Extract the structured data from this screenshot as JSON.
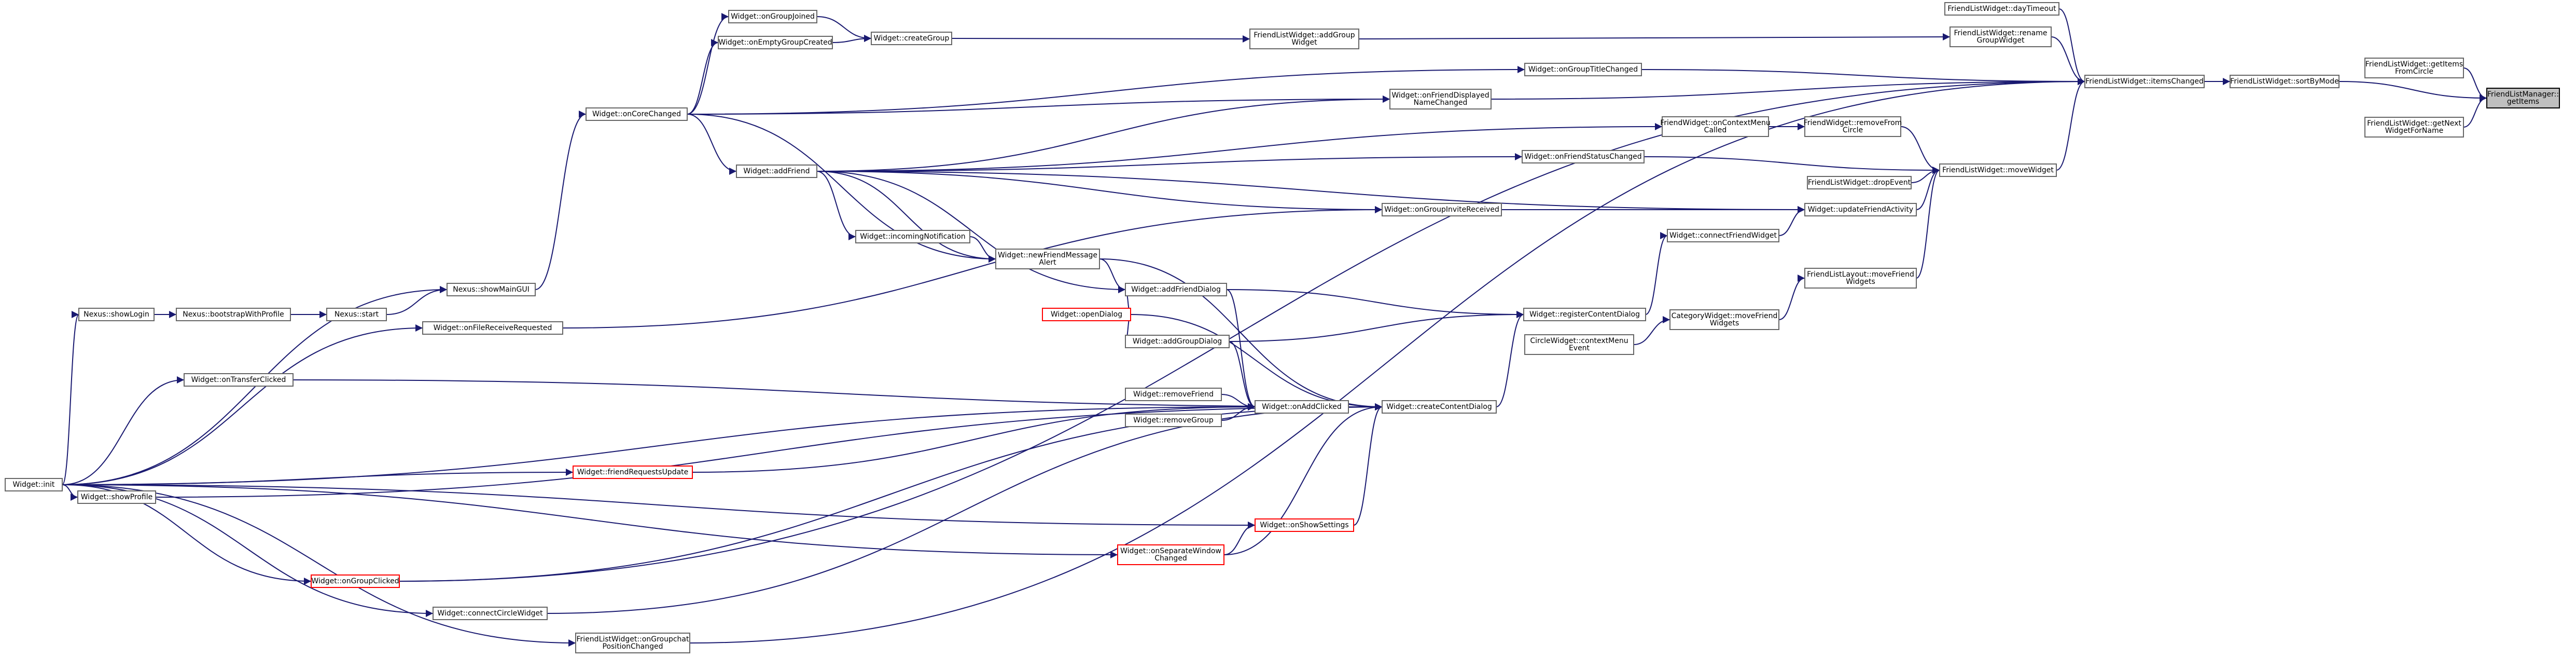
{
  "colors": {
    "edge": "#191970",
    "node_border": "#666666",
    "node_fill": "#ffffff",
    "root_fill": "#bfbfbf",
    "root_border": "#000000",
    "truncated_border": "#ff0000"
  },
  "nodes": [
    {
      "id": "flm_getItems",
      "lines": [
        "FriendListManager::",
        "getItems"
      ],
      "style": "root"
    },
    {
      "id": "flw_getItemsFromCircle",
      "lines": [
        "FriendListWidget::getItems",
        "FromCircle"
      ]
    },
    {
      "id": "flw_getNextWidgetForName",
      "lines": [
        "FriendListWidget::getNext",
        "WidgetForName"
      ]
    },
    {
      "id": "flw_sortByMode",
      "lines": [
        "FriendListWidget::sortByMode"
      ]
    },
    {
      "id": "flw_itemsChanged",
      "lines": [
        "FriendListWidget::itemsChanged"
      ]
    },
    {
      "id": "flw_dayTimeout",
      "lines": [
        "FriendListWidget::dayTimeout"
      ]
    },
    {
      "id": "flw_renameGroupWidget",
      "lines": [
        "FriendListWidget::rename",
        "GroupWidget"
      ]
    },
    {
      "id": "flw_addGroupWidget",
      "lines": [
        "FriendListWidget::addGroup",
        "Widget"
      ]
    },
    {
      "id": "w_onGroupJoined",
      "lines": [
        "Widget::onGroupJoined"
      ]
    },
    {
      "id": "w_onEmptyGroupCreated",
      "lines": [
        "Widget::onEmptyGroupCreated"
      ]
    },
    {
      "id": "w_createGroup",
      "lines": [
        "Widget::createGroup"
      ]
    },
    {
      "id": "w_onCoreChanged",
      "lines": [
        "Widget::onCoreChanged"
      ]
    },
    {
      "id": "w_onGroupTitleChanged",
      "lines": [
        "Widget::onGroupTitleChanged"
      ]
    },
    {
      "id": "w_onFriendDisplayedNameChanged",
      "lines": [
        "Widget::onFriendDisplayed",
        "NameChanged"
      ]
    },
    {
      "id": "fw_onContextMenuCalled",
      "lines": [
        "FriendWidget::onContextMenu",
        "Called"
      ]
    },
    {
      "id": "fw_removeFromCircle",
      "lines": [
        "FriendWidget::removeFrom",
        "Circle"
      ]
    },
    {
      "id": "w_onFriendStatusChanged",
      "lines": [
        "Widget::onFriendStatusChanged"
      ]
    },
    {
      "id": "flw_moveWidget",
      "lines": [
        "FriendListWidget::moveWidget"
      ]
    },
    {
      "id": "flw_dropEvent",
      "lines": [
        "FriendListWidget::dropEvent"
      ]
    },
    {
      "id": "w_addFriend",
      "lines": [
        "Widget::addFriend"
      ]
    },
    {
      "id": "w_onGroupInviteReceived",
      "lines": [
        "Widget::onGroupInviteReceived"
      ]
    },
    {
      "id": "w_updateFriendActivity",
      "lines": [
        "Widget::updateFriendActivity"
      ]
    },
    {
      "id": "w_connectFriendWidget",
      "lines": [
        "Widget::connectFriendWidget"
      ]
    },
    {
      "id": "w_incomingNotification",
      "lines": [
        "Widget::incomingNotification"
      ]
    },
    {
      "id": "w_newFriendMessageAlert",
      "lines": [
        "Widget::newFriendMessage",
        "Alert"
      ]
    },
    {
      "id": "fll_moveFriendWidgets",
      "lines": [
        "FriendListLayout::moveFriend",
        "Widgets"
      ]
    },
    {
      "id": "w_addFriendDialog",
      "lines": [
        "Widget::addFriendDialog"
      ]
    },
    {
      "id": "nx_showMainGUI",
      "lines": [
        "Nexus::showMainGUI"
      ]
    },
    {
      "id": "nx_showLogin",
      "lines": [
        "Nexus::showLogin"
      ]
    },
    {
      "id": "nx_bootstrapWithProfile",
      "lines": [
        "Nexus::bootstrapWithProfile"
      ]
    },
    {
      "id": "nx_start",
      "lines": [
        "Nexus::start"
      ]
    },
    {
      "id": "w_openDialog",
      "lines": [
        "Widget::openDialog"
      ],
      "style": "truncated"
    },
    {
      "id": "w_registerContentDialog",
      "lines": [
        "Widget::registerContentDialog"
      ]
    },
    {
      "id": "cw_moveFriendWidgets",
      "lines": [
        "CategoryWidget::moveFriend",
        "Widgets"
      ]
    },
    {
      "id": "w_onFileReceiveRequested",
      "lines": [
        "Widget::onFileReceiveRequested"
      ]
    },
    {
      "id": "w_addGroupDialog",
      "lines": [
        "Widget::addGroupDialog"
      ]
    },
    {
      "id": "ciw_contextMenuEvent",
      "lines": [
        "CircleWidget::contextMenu",
        "Event"
      ]
    },
    {
      "id": "w_onTransferClicked",
      "lines": [
        "Widget::onTransferClicked"
      ]
    },
    {
      "id": "w_removeFriend",
      "lines": [
        "Widget::removeFriend"
      ]
    },
    {
      "id": "w_onAddClicked",
      "lines": [
        "Widget::onAddClicked"
      ]
    },
    {
      "id": "w_createContentDialog",
      "lines": [
        "Widget::createContentDialog"
      ]
    },
    {
      "id": "w_removeGroup",
      "lines": [
        "Widget::removeGroup"
      ]
    },
    {
      "id": "w_friendRequestsUpdate",
      "lines": [
        "Widget::friendRequestsUpdate"
      ],
      "style": "truncated"
    },
    {
      "id": "w_init",
      "lines": [
        "Widget::init"
      ]
    },
    {
      "id": "w_showProfile",
      "lines": [
        "Widget::showProfile"
      ]
    },
    {
      "id": "w_onShowSettings",
      "lines": [
        "Widget::onShowSettings"
      ],
      "style": "truncated"
    },
    {
      "id": "w_onSeparateWindowChanged",
      "lines": [
        "Widget::onSeparateWindow",
        "Changed"
      ],
      "style": "truncated"
    },
    {
      "id": "w_onGroupClicked",
      "lines": [
        "Widget::onGroupClicked"
      ],
      "style": "truncated"
    },
    {
      "id": "w_connectCircleWidget",
      "lines": [
        "Widget::connectCircleWidget"
      ]
    },
    {
      "id": "flw_onGroupchatPositionChanged",
      "lines": [
        "FriendListWidget::onGroupchat",
        "PositionChanged"
      ]
    }
  ],
  "edges": [
    [
      "flw_getItemsFromCircle",
      "flm_getItems"
    ],
    [
      "flw_getNextWidgetForName",
      "flm_getItems"
    ],
    [
      "flw_sortByMode",
      "flm_getItems"
    ],
    [
      "flw_itemsChanged",
      "flw_sortByMode"
    ],
    [
      "flw_dayTimeout",
      "flw_itemsChanged"
    ],
    [
      "flw_renameGroupWidget",
      "flw_itemsChanged"
    ],
    [
      "w_onGroupTitleChanged",
      "flw_itemsChanged"
    ],
    [
      "w_onFriendDisplayedNameChanged",
      "flw_itemsChanged"
    ],
    [
      "flw_moveWidget",
      "flw_itemsChanged"
    ],
    [
      "w_onGroupClicked",
      "flw_itemsChanged"
    ],
    [
      "flw_onGroupchatPositionChanged",
      "flw_itemsChanged"
    ],
    [
      "flw_addGroupWidget",
      "flw_renameGroupWidget"
    ],
    [
      "w_createGroup",
      "flw_addGroupWidget"
    ],
    [
      "w_onGroupJoined",
      "w_createGroup"
    ],
    [
      "w_onEmptyGroupCreated",
      "w_createGroup"
    ],
    [
      "w_onCoreChanged",
      "w_onGroupJoined"
    ],
    [
      "w_onCoreChanged",
      "w_onEmptyGroupCreated"
    ],
    [
      "w_onCoreChanged",
      "w_onGroupTitleChanged"
    ],
    [
      "w_onCoreChanged",
      "w_onFriendDisplayedNameChanged"
    ],
    [
      "w_addFriend",
      "w_onCoreChanged"
    ],
    [
      "nx_showMainGUI",
      "w_onCoreChanged"
    ],
    [
      "w_newFriendMessageAlert",
      "w_onCoreChanged"
    ],
    [
      "w_addFriend",
      "w_onFriendDisplayedNameChanged"
    ],
    [
      "w_addFriend",
      "fw_onContextMenuCalled"
    ],
    [
      "fw_onContextMenuCalled",
      "fw_removeFromCircle"
    ],
    [
      "fw_removeFromCircle",
      "flw_moveWidget"
    ],
    [
      "w_addFriend",
      "w_onFriendStatusChanged"
    ],
    [
      "w_onFriendStatusChanged",
      "flw_moveWidget"
    ],
    [
      "flw_dropEvent",
      "flw_moveWidget"
    ],
    [
      "w_updateFriendActivity",
      "flw_moveWidget"
    ],
    [
      "fll_moveFriendWidgets",
      "flw_moveWidget"
    ],
    [
      "w_addFriend",
      "w_updateFriendActivity"
    ],
    [
      "w_onGroupInviteReceived",
      "w_updateFriendActivity"
    ],
    [
      "w_connectFriendWidget",
      "w_updateFriendActivity"
    ],
    [
      "w_incomingNotification",
      "w_addFriend"
    ],
    [
      "w_newFriendMessageAlert",
      "w_addFriend"
    ],
    [
      "w_addFriendDialog",
      "w_addFriend"
    ],
    [
      "w_newFriendMessageAlert",
      "w_incomingNotification"
    ],
    [
      "w_addFriend",
      "w_onGroupInviteReceived"
    ],
    [
      "w_onFileReceiveRequested",
      "w_onGroupInviteReceived"
    ],
    [
      "w_registerContentDialog",
      "w_connectFriendWidget"
    ],
    [
      "cw_moveFriendWidgets",
      "fll_moveFriendWidgets"
    ],
    [
      "ciw_contextMenuEvent",
      "cw_moveFriendWidgets"
    ],
    [
      "w_addFriendDialog",
      "w_newFriendMessageAlert"
    ],
    [
      "w_registerContentDialog",
      "w_addFriendDialog"
    ],
    [
      "w_registerContentDialog",
      "w_addGroupDialog"
    ],
    [
      "w_createContentDialog",
      "w_registerContentDialog"
    ],
    [
      "w_openDialog",
      "w_addFriendDialog"
    ],
    [
      "w_openDialog",
      "w_addGroupDialog"
    ],
    [
      "w_onAddClicked",
      "w_addFriendDialog"
    ],
    [
      "w_onAddClicked",
      "w_addGroupDialog"
    ],
    [
      "w_createContentDialog",
      "w_onAddClicked"
    ],
    [
      "w_removeFriend",
      "w_onAddClicked"
    ],
    [
      "w_removeGroup",
      "w_onAddClicked"
    ],
    [
      "w_createContentDialog",
      "w_newFriendMessageAlert"
    ],
    [
      "w_createContentDialog",
      "w_openDialog"
    ],
    [
      "w_createContentDialog",
      "w_onTransferClicked"
    ],
    [
      "w_onAddClicked",
      "w_friendRequestsUpdate"
    ],
    [
      "w_createContentDialog",
      "w_showProfile"
    ],
    [
      "w_createContentDialog",
      "w_onShowSettings"
    ],
    [
      "w_createContentDialog",
      "w_onSeparateWindowChanged"
    ],
    [
      "w_createContentDialog",
      "w_onGroupClicked"
    ],
    [
      "w_createContentDialog",
      "w_connectCircleWidget"
    ],
    [
      "w_onShowSettings",
      "w_onSeparateWindowChanged"
    ],
    [
      "nx_start",
      "nx_showMainGUI"
    ],
    [
      "nx_bootstrapWithProfile",
      "nx_start"
    ],
    [
      "nx_showLogin",
      "nx_bootstrapWithProfile"
    ],
    [
      "w_init",
      "nx_showLogin"
    ],
    [
      "w_init",
      "nx_showMainGUI"
    ],
    [
      "w_init",
      "w_onFileReceiveRequested"
    ],
    [
      "w_init",
      "w_onTransferClicked"
    ],
    [
      "w_init",
      "w_onAddClicked"
    ],
    [
      "w_init",
      "w_friendRequestsUpdate"
    ],
    [
      "w_init",
      "w_showProfile"
    ],
    [
      "w_init",
      "w_onShowSettings"
    ],
    [
      "w_init",
      "w_onSeparateWindowChanged"
    ],
    [
      "w_init",
      "w_onGroupClicked"
    ],
    [
      "w_init",
      "w_connectCircleWidget"
    ],
    [
      "w_init",
      "flw_onGroupchatPositionChanged"
    ]
  ]
}
